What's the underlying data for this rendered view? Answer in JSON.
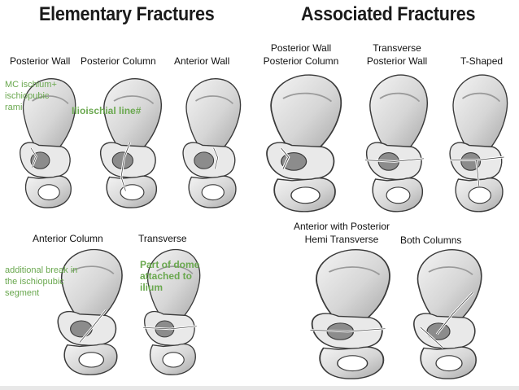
{
  "headings": {
    "elementary": "Elementary Fractures",
    "associated": "Associated Fractures"
  },
  "labels": {
    "posterior_wall": "Posterior Wall",
    "posterior_column": "Posterior Column",
    "anterior_wall": "Anterior Wall",
    "pw_pc_line1": "Posterior Wall",
    "pw_pc_line2": "Posterior Column",
    "tr_pw_line1": "Transverse",
    "tr_pw_line2": "Posterior Wall",
    "t_shaped": "T-Shaped",
    "anterior_column": "Anterior Column",
    "transverse": "Transverse",
    "ant_post_line1": "Anterior with Posterior",
    "ant_post_line2": "Hemi Transverse",
    "both_columns": "Both Columns"
  },
  "annotations": {
    "mc_line1": "MC ischium+",
    "mc_line2": "ischiopubic",
    "mc_line3": "rami",
    "ilioischial": "Ilioischial line#",
    "additional_line1": "additional break in",
    "additional_line2": "the ischiopubic",
    "additional_line3": "segment",
    "dome_line1": "Part of dome",
    "dome_line2": "attached to",
    "dome_line3": "ilium"
  },
  "colors": {
    "annotation_green": "#6aa84f",
    "bone_light": "#e9e9e9",
    "bone_shade": "#9a9a9a",
    "outline": "#3a3a3a"
  }
}
